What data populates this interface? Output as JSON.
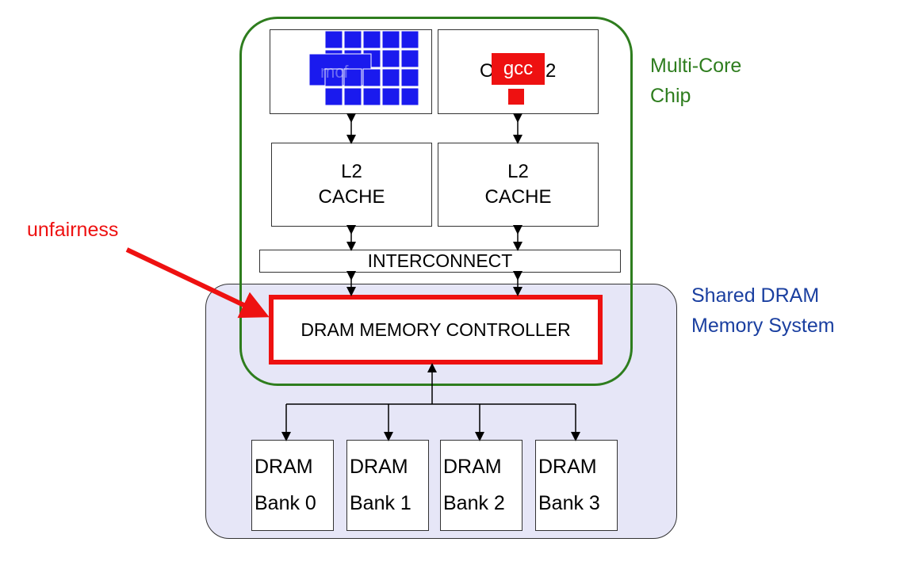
{
  "labels": {
    "multi_core_chip": "Multi-Core\nChip",
    "shared_dram": "Shared DRAM\nMemory System",
    "unfairness": "unfairness",
    "core1_partial": "O",
    "core2_suffix": "2",
    "gcc": "gcc",
    "mcf": "mcf"
  },
  "l2_caches": [
    {
      "text": "L2\nCACHE"
    },
    {
      "text": "L2\nCACHE"
    }
  ],
  "interconnect": "INTERCONNECT",
  "memory_controller": "DRAM MEMORY CONTROLLER",
  "banks": [
    {
      "text": "DRAM\nBank 0"
    },
    {
      "text": "DRAM\nBank 1"
    },
    {
      "text": "DRAM\nBank 2"
    },
    {
      "text": "DRAM\nBank 3"
    }
  ],
  "colors": {
    "chip_border": "#2e7d1e",
    "dram_region_fill": "#e6e6f7",
    "highlight_red": "#ee1111",
    "mcf_blue": "#1a1aee",
    "shared_dram_text": "#1a3fa0"
  }
}
